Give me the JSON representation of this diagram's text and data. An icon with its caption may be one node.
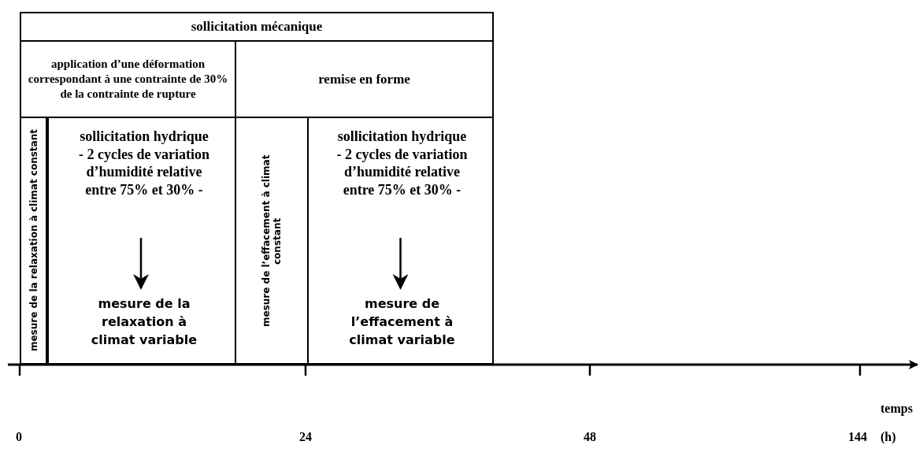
{
  "diagram": {
    "nodes": [
      {
        "text": [
          "sollicitation mécanique"
        ]
      },
      {
        "text": [
          "application d’une déformation correspondant à une contrainte de 30% de la contrainte de rupture"
        ]
      },
      {
        "text": [
          "remise en forme"
        ]
      },
      {
        "text": [
          "mesure de la relaxation à climat constant"
        ]
      },
      {
        "text": [],
        "shape": "box"
      },
      {
        "text": [
          "sollicitation hydrique",
          "- 2 cycles de variation d’humidité relative entre 75% et 30% -"
        ],
        "in": 4
      },
      {
        "text": [
          "mesure de la relaxation à climat variable"
        ],
        "in": 4
      },
      {
        "text": [
          "mesure de l’effacement à climat constant"
        ]
      },
      {
        "text": [],
        "shape": "box"
      },
      {
        "text": [
          "sollicitation hydrique",
          "- 2 cycles de variation d’humidité relative entre 75% et 30% -"
        ],
        "in": 8
      },
      {
        "text": [
          "mesure de l’effacement à climat variable"
        ],
        "in": 8
      }
    ],
    "edges": [
      {
        "from": 5,
        "to": 6,
        "arrow": "to"
      },
      {
        "from": 9,
        "to": 10,
        "arrow": "to"
      }
    ],
    "labels": [
      "temps",
      "0",
      "24",
      "48",
      "144",
      "(h)"
    ]
  }
}
